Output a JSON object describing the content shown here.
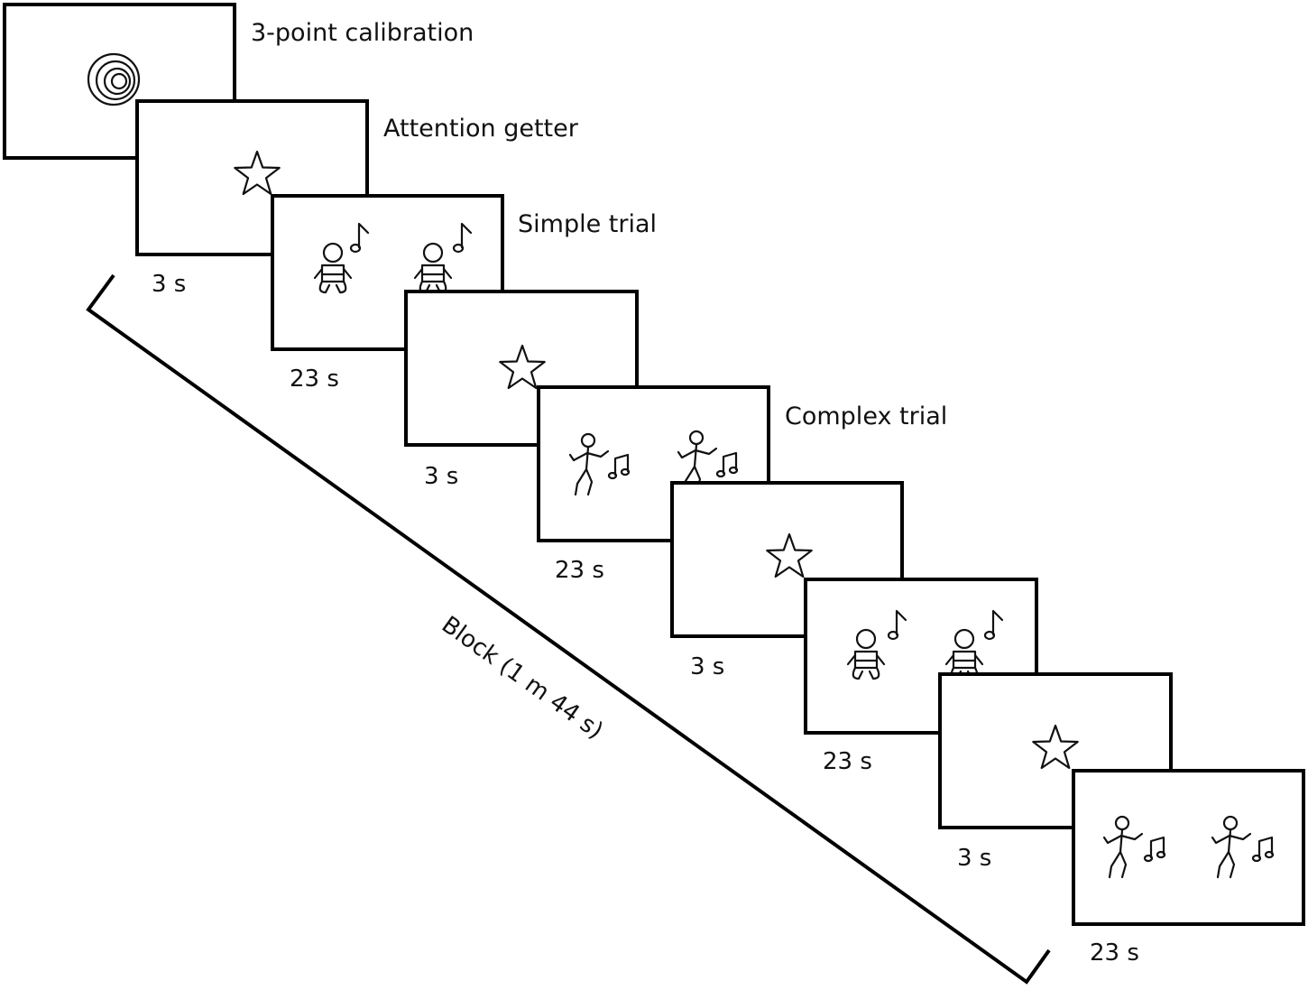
{
  "steps": [
    {
      "title": "3-point calibration",
      "duration": ""
    },
    {
      "title": "Attention getter",
      "duration": "3 s"
    },
    {
      "title": "Simple trial",
      "duration": "23 s"
    },
    {
      "title": "",
      "duration": "3 s"
    },
    {
      "title": "Complex trial",
      "duration": "23 s"
    },
    {
      "title": "",
      "duration": "3 s"
    },
    {
      "title": "",
      "duration": "23 s"
    },
    {
      "title": "",
      "duration": "3 s"
    },
    {
      "title": "",
      "duration": "23 s"
    }
  ],
  "block_label": "Block (1 m 44 s)",
  "colors": {
    "line": "#000000",
    "background": "#ffffff"
  },
  "icons": [
    "calibration-target-icon",
    "star-icon",
    "baby-icon",
    "music-note-icon",
    "dancer-icon",
    "double-music-note-icon"
  ]
}
